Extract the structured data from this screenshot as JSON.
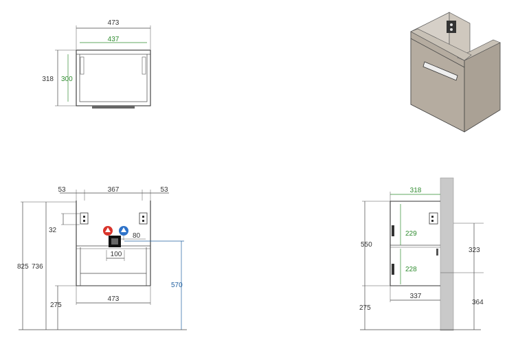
{
  "colors": {
    "line": "#444444",
    "green_dimension": "#2e8b2e",
    "blue_dimension": "#1f5f9f",
    "hot_valve": "#d9342b",
    "cold_valve": "#2f73c9",
    "wall": "#c9c9c9",
    "cabinet_body": "#b5aca0"
  },
  "top_view": {
    "outer_width": "473",
    "inner_width": "437",
    "outer_depth": "318",
    "inner_depth": "300"
  },
  "front_view": {
    "side_left": "53",
    "center_span": "367",
    "side_right": "53",
    "total_height": "825",
    "cabinet_height": "736",
    "bracket_offset": "32",
    "drain_offset": "80",
    "drain_width": "100",
    "drain_height": "570",
    "floor_clearance": "275",
    "bottom_width": "473"
  },
  "side_view": {
    "top_depth": "318",
    "upper_gap": "229",
    "lower_gap": "228",
    "height": "550",
    "wall_height_a": "323",
    "floor_clearance": "275",
    "bottom_depth": "337",
    "wall_height_b": "364"
  },
  "icons": {
    "hot_valve": "hot-water-valve-icon",
    "cold_valve": "cold-water-valve-icon",
    "drain": "drain-outlet-icon",
    "bracket": "wall-bracket-icon",
    "cabinet": "vanity-cabinet-3d-icon"
  }
}
